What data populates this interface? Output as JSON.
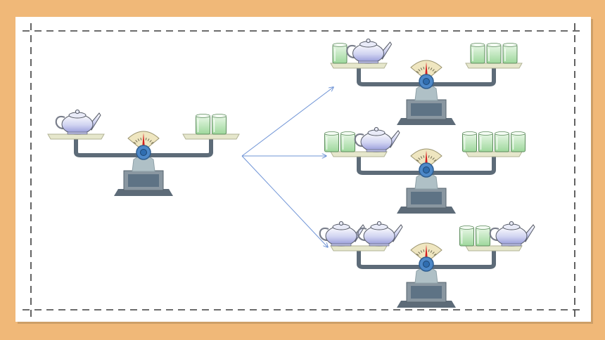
{
  "colors": {
    "background": "#F0B878",
    "card": "#FFFFFF",
    "card_edge": "#B58E5C",
    "dash": "#3C3C3C",
    "arrow": "#6F94D6",
    "beam": "#5D6B78",
    "base": "#8A97A1",
    "pedestal": "#AFC0C6",
    "hub": "#4D88C8",
    "dial": "#EFE6C0",
    "needle": "#D42020",
    "pan": "#E6E7CC",
    "cup": "#B8E6B6",
    "pot": "#CFD2F0"
  },
  "icons": [
    "teapot-icon",
    "cup-icon",
    "balance-scale-icon",
    "arrow-icon"
  ],
  "scales": [
    {
      "id": "main",
      "left": [
        "teapot"
      ],
      "right": [
        "cup",
        "cup"
      ]
    },
    {
      "id": "top",
      "left": [
        "cup",
        "teapot"
      ],
      "right": [
        "cup",
        "cup",
        "cup"
      ]
    },
    {
      "id": "middle",
      "left": [
        "cup",
        "cup",
        "teapot"
      ],
      "right": [
        "cup",
        "cup",
        "cup",
        "cup"
      ]
    },
    {
      "id": "bottom",
      "left": [
        "teapot",
        "teapot"
      ],
      "right": [
        "cup",
        "cup",
        "teapot"
      ]
    }
  ]
}
